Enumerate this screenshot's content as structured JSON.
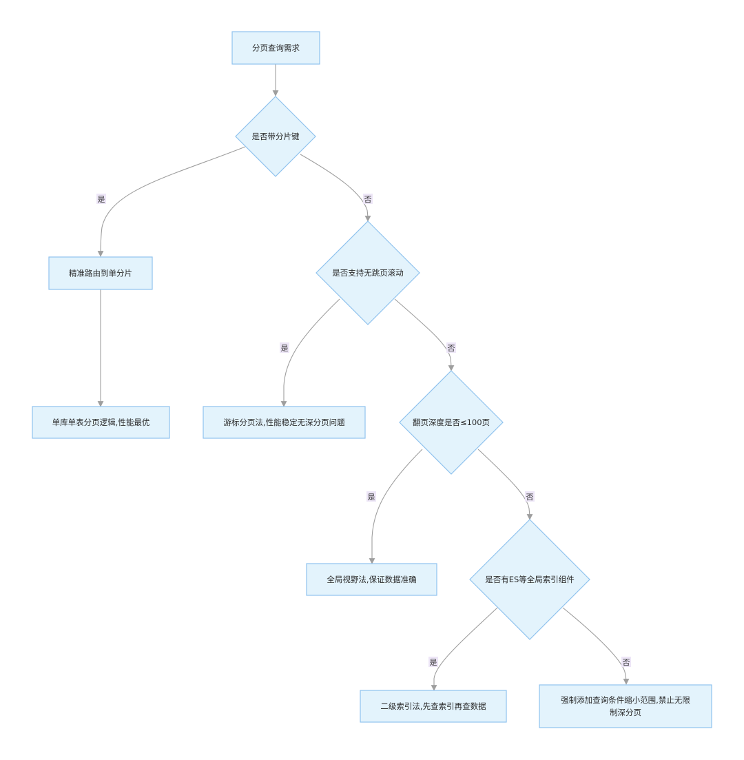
{
  "nodes": {
    "start": "分页查询需求",
    "d_shard_key": "是否带分片键",
    "route_single": "精准路由到单分片",
    "single_table": "单库单表分页逻辑,性能最优",
    "d_no_jump": "是否支持无跳页滚动",
    "cursor": "游标分页法,性能稳定无深分页问题",
    "d_depth": "翻页深度是否≤100页",
    "global_view": "全局视野法,保证数据准确",
    "d_es": "是否有ES等全局索引组件",
    "secondary_index": "二级索引法,先查索引再查数据",
    "force_filter_line1": "强制添加查询条件缩小范围,禁止无限",
    "force_filter_line2": "制深分页"
  },
  "edge_labels": {
    "yes": "是",
    "no": "否"
  },
  "colors": {
    "node_fill": "#e3f3fc",
    "node_stroke": "#8fc2ee",
    "edge": "#9e9e9e",
    "label_bg": "#ede6f7"
  }
}
